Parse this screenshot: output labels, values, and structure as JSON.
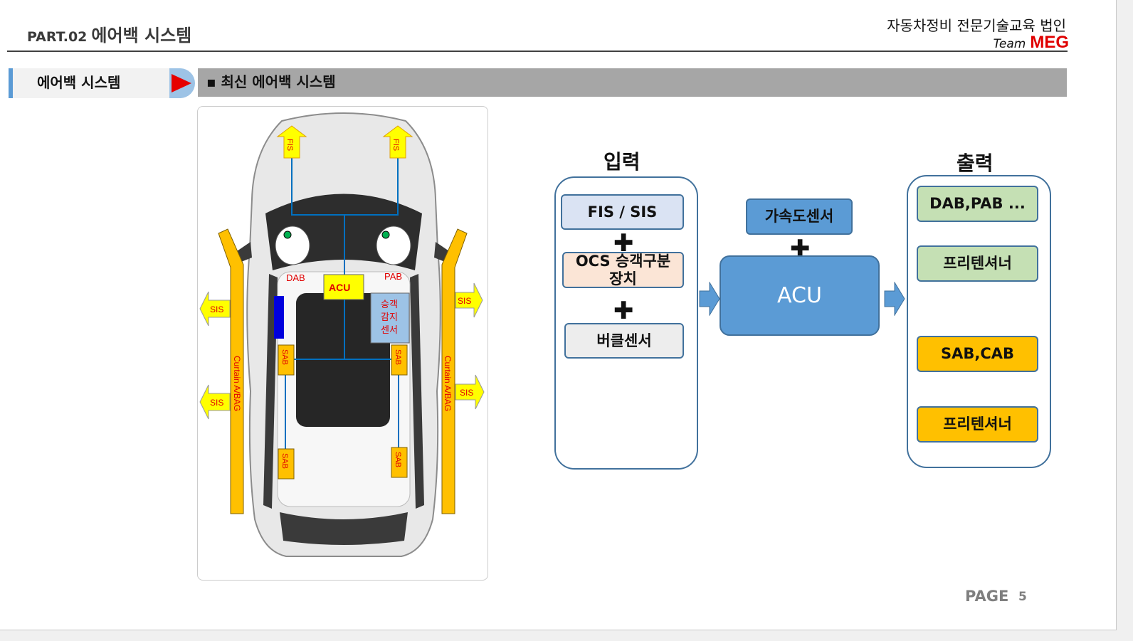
{
  "header": {
    "part_no": "PART.02",
    "part_title": "에어백 시스템",
    "org": "자동차정비 전문기술교육 법인",
    "team_prefix": "Team",
    "team_name": "MEG"
  },
  "section": {
    "label": "에어백 시스템",
    "subtitle": "▪ 최신 에어백 시스템"
  },
  "car": {
    "fis_left": "FIS",
    "fis_right": "FIS",
    "dab": "DAB",
    "pab": "PAB",
    "acu": "ACU",
    "occupant_sensor": "승객\n감지\n센서",
    "sab_front_left": "SAB",
    "sab_front_right": "SAB",
    "sab_rear_left": "SAB",
    "sab_rear_right": "SAB",
    "curtain_left": "Curtain A/BAG",
    "curtain_right": "Curtain A/BAG",
    "sis_left_top": "SIS",
    "sis_left_bottom": "SIS",
    "sis_right_top": "SIS",
    "sis_right_bottom": "SIS",
    "colors": {
      "label_fill": "#ffff00",
      "arrow_fill": "#ffff00",
      "sab_fill": "#ffc000",
      "curtain_fill": "#ffc000",
      "wire": "#0070c0",
      "label_text": "#e00000"
    }
  },
  "diagram": {
    "input_title": "입력",
    "output_title": "출력",
    "inputs": [
      {
        "label": "FIS / SIS",
        "fill": "#dae3f3"
      },
      {
        "label": "OCS 승객구분\n장치",
        "fill": "#fbe5d6"
      },
      {
        "label": "버클센서",
        "fill": "#ededed"
      }
    ],
    "plus_symbol": "✚",
    "accel_sensor": "가속도센서",
    "acu": "ACU",
    "outputs": [
      {
        "label": "DAB,PAB ...",
        "fill": "#c5e0b4"
      },
      {
        "label": "프리텐셔너",
        "fill": "#c5e0b4"
      },
      {
        "label": "SAB,CAB",
        "fill": "#ffc000"
      },
      {
        "label": "프리텐셔너",
        "fill": "#ffc000"
      }
    ]
  },
  "footer": {
    "page_label": "PAGE",
    "page_number": "5"
  }
}
